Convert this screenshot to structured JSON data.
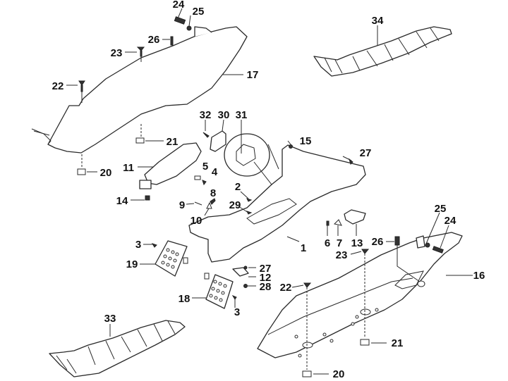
{
  "diagram": {
    "type": "exploded parts diagram",
    "subject": "scooter body panels / floor panels",
    "callouts": [
      {
        "id": "c24a",
        "text": "24"
      },
      {
        "id": "c25a",
        "text": "25"
      },
      {
        "id": "c26a",
        "text": "26"
      },
      {
        "id": "c23a",
        "text": "23"
      },
      {
        "id": "c22a",
        "text": "22"
      },
      {
        "id": "c17",
        "text": "17"
      },
      {
        "id": "c21a",
        "text": "21"
      },
      {
        "id": "c20a",
        "text": "20"
      },
      {
        "id": "c11",
        "text": "11"
      },
      {
        "id": "c14",
        "text": "14"
      },
      {
        "id": "c32",
        "text": "32"
      },
      {
        "id": "c30",
        "text": "30"
      },
      {
        "id": "c31",
        "text": "31"
      },
      {
        "id": "c5",
        "text": "5"
      },
      {
        "id": "c4",
        "text": "4"
      },
      {
        "id": "c2",
        "text": "2"
      },
      {
        "id": "c9",
        "text": "9"
      },
      {
        "id": "c8",
        "text": "8"
      },
      {
        "id": "c10",
        "text": "10"
      },
      {
        "id": "c29",
        "text": "29"
      },
      {
        "id": "c15",
        "text": "15"
      },
      {
        "id": "c27a",
        "text": "27"
      },
      {
        "id": "c34",
        "text": "34"
      },
      {
        "id": "c1",
        "text": "1"
      },
      {
        "id": "c3a",
        "text": "3"
      },
      {
        "id": "c19",
        "text": "19"
      },
      {
        "id": "c27b",
        "text": "27"
      },
      {
        "id": "c12",
        "text": "12"
      },
      {
        "id": "c28",
        "text": "28"
      },
      {
        "id": "c18",
        "text": "18"
      },
      {
        "id": "c3b",
        "text": "3"
      },
      {
        "id": "c6",
        "text": "6"
      },
      {
        "id": "c7",
        "text": "7"
      },
      {
        "id": "c13",
        "text": "13"
      },
      {
        "id": "c25b",
        "text": "25"
      },
      {
        "id": "c24b",
        "text": "24"
      },
      {
        "id": "c26b",
        "text": "26"
      },
      {
        "id": "c23b",
        "text": "23"
      },
      {
        "id": "c16",
        "text": "16"
      },
      {
        "id": "c22b",
        "text": "22"
      },
      {
        "id": "c21b",
        "text": "21"
      },
      {
        "id": "c20b",
        "text": "20"
      },
      {
        "id": "c33",
        "text": "33"
      }
    ]
  }
}
